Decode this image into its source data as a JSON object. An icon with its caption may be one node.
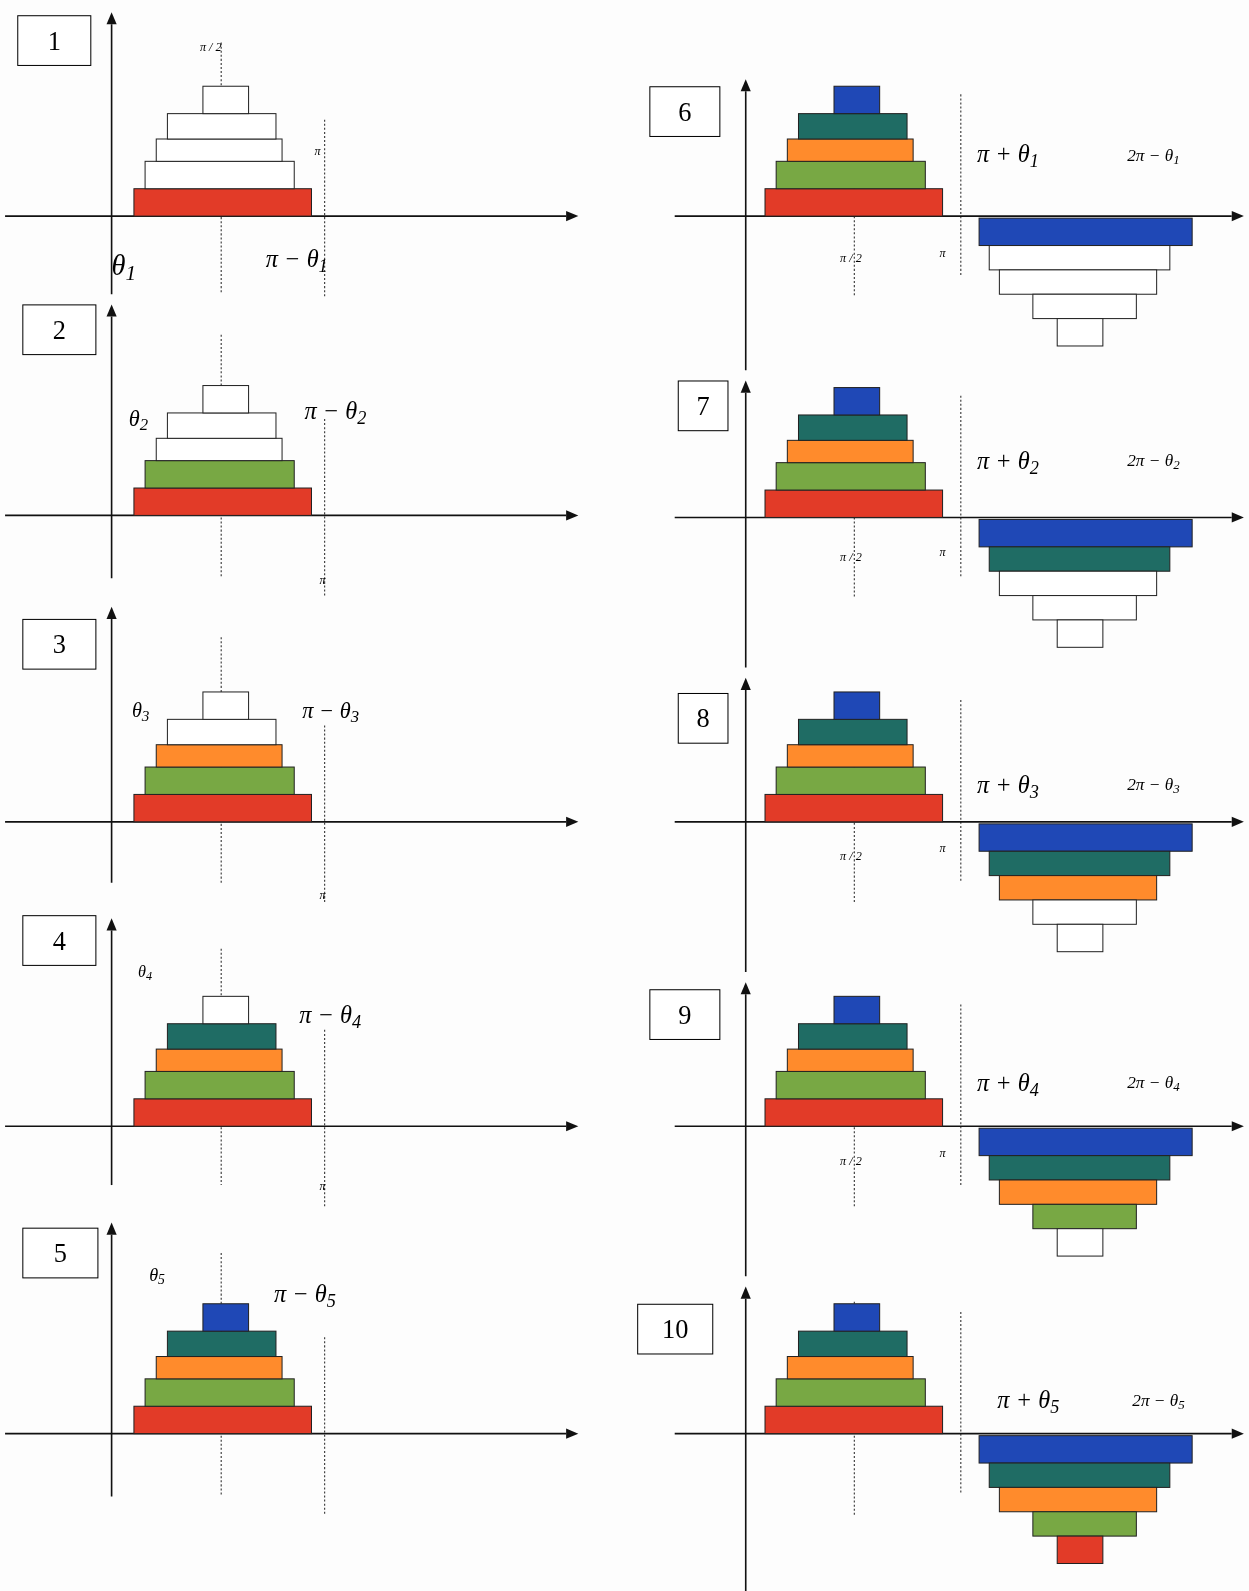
{
  "diagram": {
    "nodes": [
      {
        "text": [
          "1"
        ]
      },
      {
        "text": [
          "2"
        ]
      },
      {
        "text": [
          "3"
        ]
      },
      {
        "text": [
          "4"
        ]
      },
      {
        "text": [
          "5"
        ]
      },
      {
        "text": [
          "6"
        ]
      },
      {
        "text": [
          "7"
        ]
      },
      {
        "text": [
          "8"
        ]
      },
      {
        "text": [
          "9"
        ]
      },
      {
        "text": [
          "10"
        ]
      }
    ],
    "labels": [
      "π / 2",
      "π",
      "θ$_{1}$",
      "π − θ$_{1}$",
      "θ$_{2}$",
      "π − θ$_{2}$",
      "π",
      "θ$_{3}$",
      "π − θ$_{3}$",
      "π",
      "θ$_{4}$",
      "π − θ$_{4}$",
      "π",
      "θ$_{5}$",
      "π − θ$_{5}$",
      "π + θ$_{1}$",
      "2π − θ$_{1}$",
      "π / 2",
      "π",
      "π + θ$_{2}$",
      "2π − θ$_{2}$",
      "π / 2",
      "π",
      "π + θ$_{3}$",
      "2π − θ$_{3}$",
      "π / 2",
      "π",
      "π + θ$_{4}$",
      "2π − θ$_{4}$",
      "π / 2",
      "π",
      "π + θ$_{5}$",
      "2π − θ$_{5}$"
    ]
  }
}
